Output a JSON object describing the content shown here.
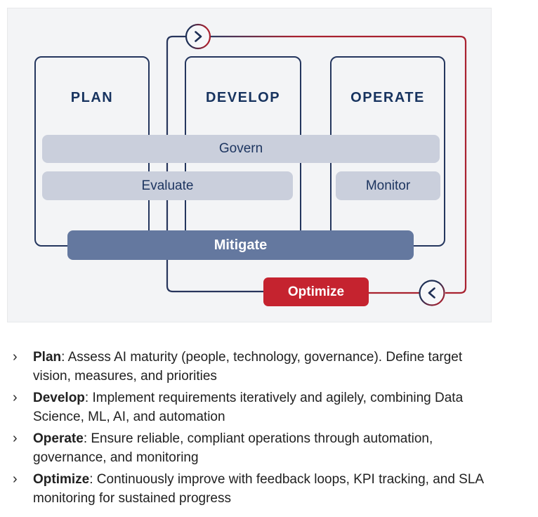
{
  "diagram": {
    "columns": [
      {
        "label": "PLAN"
      },
      {
        "label": "DEVELOP"
      },
      {
        "label": "OPERATE"
      }
    ],
    "bars": {
      "govern": "Govern",
      "evaluate": "Evaluate",
      "monitor": "Monitor",
      "mitigate": "Mitigate",
      "optimize": "Optimize"
    },
    "colors": {
      "navy": "#24365e",
      "red_line": "#a8212f",
      "optimize_red": "#c5232f",
      "bar_lavender": "#cacfdc",
      "bar_slate": "#64789f",
      "panel_bg": "#f3f4f6"
    }
  },
  "bullet_marker": "›",
  "bullets": [
    {
      "term": "Plan",
      "rest": ": Assess AI maturity (people, technology, governance). Define target vision, measures, and priorities"
    },
    {
      "term": "Develop",
      "rest": ": Implement requirements iteratively and agilely, combining Data Science, ML, AI, and automation"
    },
    {
      "term": "Operate",
      "rest": ": Ensure reliable, compliant operations through automation, governance, and monitoring"
    },
    {
      "term": "Optimize",
      "rest": ": Continuously improve with feedback loops, KPI tracking, and SLA monitoring for sustained progress"
    }
  ]
}
